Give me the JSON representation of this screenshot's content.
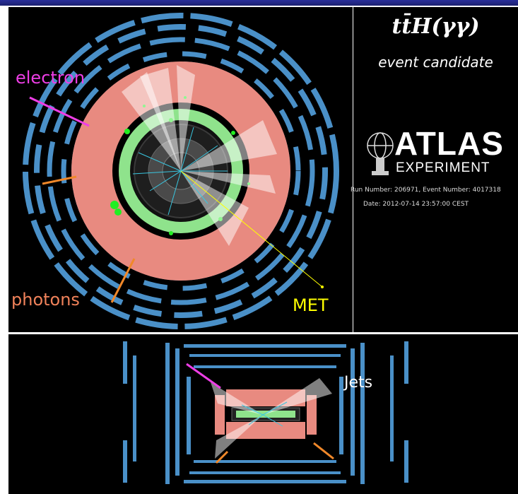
{
  "display": {
    "title": "tt̄H(γγ)",
    "subtitle": "event candidate",
    "logo_word": "ATLAS",
    "logo_sub": "EXPERIMENT",
    "run_info": "Run Number: 206971, Event Number: 4017318",
    "date_info": "Date: 2012-07-14 23:57:00 CEST"
  },
  "labels": {
    "electron": "electron",
    "photons": "photons",
    "met": "MET",
    "jets": "Jets"
  },
  "colors": {
    "frame_bar": "#232a86",
    "muon_chambers": "#4a90c8",
    "calorimeter": "#e88a80",
    "inner_detector": "#8fe38c",
    "electron": "#ee3ee6",
    "photon": "#f0882a",
    "met": "#ffff00"
  }
}
